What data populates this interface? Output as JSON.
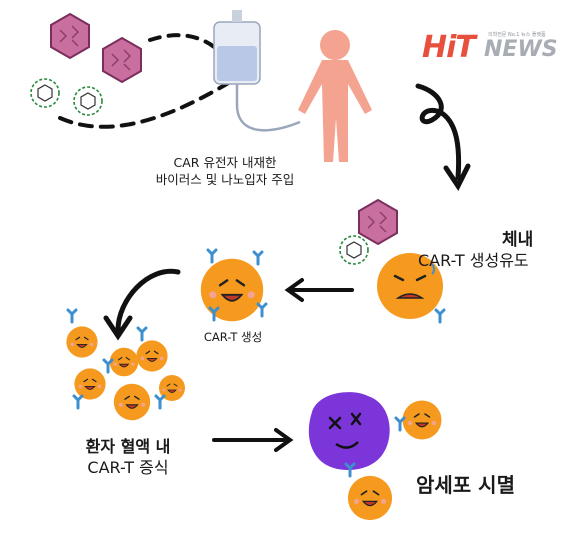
{
  "logo": {
    "hit": "HiT",
    "news": "NEWS",
    "tagline": "의학전문 No.1 뉴스 플랫폼"
  },
  "steps": {
    "inject": {
      "line1": "CAR 유전자  내재한",
      "line2": "바이러스 및 나노입자 주입"
    },
    "invivo": {
      "line1": "체내",
      "line2": "CAR-T 생성유도"
    },
    "cart": {
      "label": "CAR-T 생성"
    },
    "blood": {
      "line1": "환자 혈액 내",
      "line2": "CAR-T 증식"
    },
    "kill": {
      "label": "암세포 시멸"
    }
  },
  "colors": {
    "cell": "#f59a1f",
    "virus": "#c86fa0",
    "cancer": "#7b35d9",
    "body": "#f4a391",
    "iv": "#cfd8ea",
    "receptor": "#3d8fd0"
  }
}
